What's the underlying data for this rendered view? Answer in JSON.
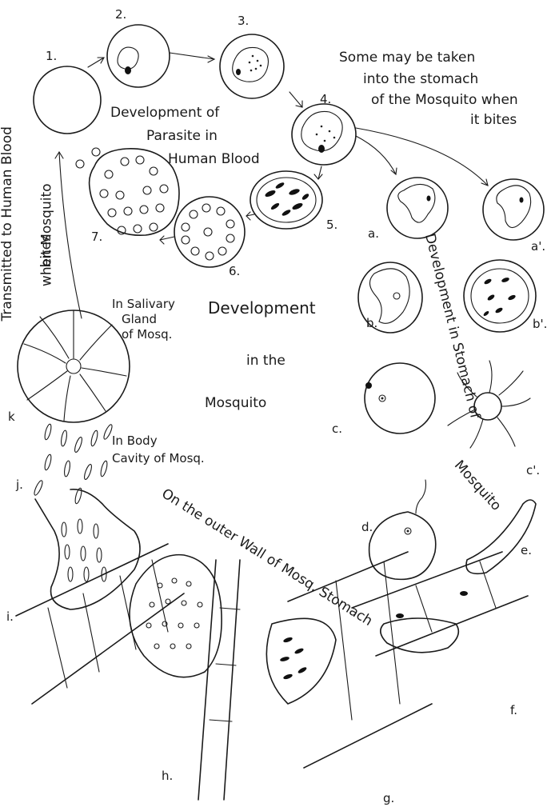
{
  "figure": {
    "stage_labels": {
      "s1": "1.",
      "s2": "2.",
      "s3": "3.",
      "s4": "4.",
      "s5": "5.",
      "s6": "6.",
      "s7": "7.",
      "a": "a.",
      "a_prime": "a'.",
      "b": "b.",
      "b_prime": "b'.",
      "c": "c.",
      "c_prime": "c'.",
      "d": "d.",
      "e": "e.",
      "f": "f.",
      "g": "g.",
      "h": "h.",
      "i": "i.",
      "j": "j.",
      "k": "k"
    },
    "captions": {
      "human_blood_line1": "Development of",
      "human_blood_line2": "Parasite in",
      "human_blood_line3": "Human Blood",
      "stomach_note_line1": "Some may be taken",
      "stomach_note_line2": "into the stomach",
      "stomach_note_line3": "of the Mosquito when",
      "stomach_note_line4": "it bites",
      "transmitted_line1": "Transmitted to Human Blood",
      "transmitted_line2": "when Mosquito",
      "transmitted_line3": "bites",
      "salivary_line1": "In Salivary",
      "salivary_line2": "Gland",
      "salivary_line3": "of Mosq.",
      "mosquito_line1": "Development",
      "mosquito_line2": "in the",
      "mosquito_line3": "Mosquito",
      "stomach_dev_line1": "Development in Stomach of",
      "stomach_dev_line2": "Mosquito",
      "body_cavity_line1": "In Body",
      "body_cavity_line2": "Cavity of Mosq.",
      "outer_wall": "On the outer Wall of Mosq. Stomach"
    }
  }
}
